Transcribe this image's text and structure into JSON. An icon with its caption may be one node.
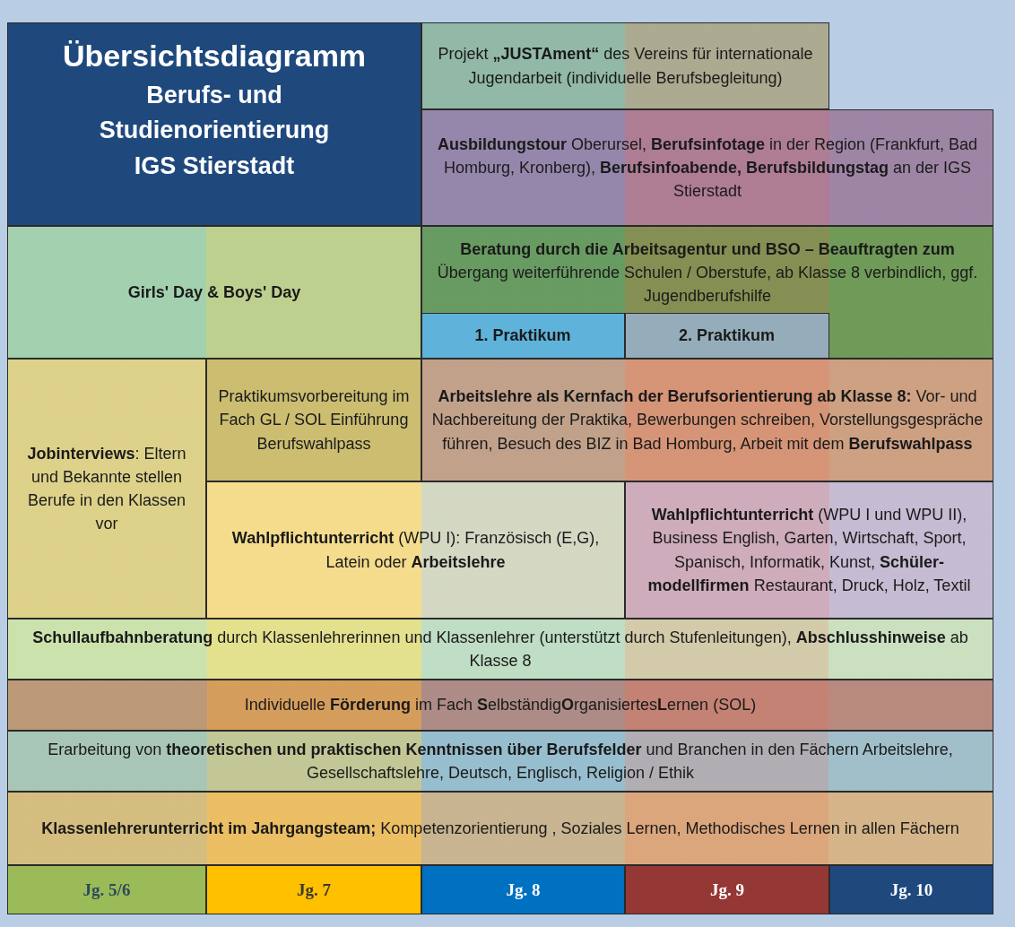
{
  "diagram": {
    "nodes": [
      {
        "text": [
          "Übersichtsdiagramm",
          "Berufs- und Studienorientierung IGS Stierstadt"
        ]
      },
      {
        "text": [
          "Projekt **„JUSTAment“** des Vereins für internationale Jugendarbeit (individuelle Berufsbegleitung)"
        ]
      },
      {
        "text": [
          "**Ausbildungstour** Oberursel, **Berufsinfotage** in der Region (Frankfurt, Bad Homburg, Kronberg), **Berufsinfoabende, Berufsbildungstag** an der IGS Stierstadt"
        ]
      },
      {
        "text": [
          "Girls' Day & Boys' Day"
        ]
      },
      {
        "text": [
          "**Beratung durch die Arbeitsagentur und BSO – Beauftragten zum** Übergang weiterführende Schulen / Oberstufe, ab Klasse 8 verbindlich, ggf. Jugendberufshilfe"
        ]
      },
      {
        "text": [
          "1. Praktikum"
        ],
        "in": 4
      },
      {
        "text": [
          "2. Praktikum"
        ],
        "in": 4
      },
      {
        "text": [
          "**Jobinterviews**: Eltern und Bekannte stellen Berufe in den Klassen vor"
        ]
      },
      {
        "text": [
          "Praktikumsvorbereitung im Fach GL / SOL Einführung Berufswahlpass"
        ]
      },
      {
        "text": [
          "**Arbeitslehre als Kernfach der Berufsorientierung ab Klasse 8:** Vor- und Nachbereitung der Praktika, Bewerbungen schreiben, Vorstellungsgespräche führen, Besuch des BIZ in Bad Homburg, Arbeit mit dem **Berufswahlpass**"
        ]
      },
      {
        "text": [
          "**Wahlpflichtunterricht** (WPU I): Französisch (E,G), Latein oder **Arbeitslehre**"
        ]
      },
      {
        "text": [
          "**Wahlpflichtunterricht** (WPU I und WPU II), Business English, Garten, Wirtschaft, Sport, Spanisch, Informatik, Kunst, **Schüler-modellfirmen** Restaurant, Druck, Holz, Textil"
        ]
      },
      {
        "text": [
          "**Schullaufbahnberatung** durch Klassenlehrerinnen und Klassenlehrer (unterstützt durch Stufenleitungen), **Abschlusshinweise** ab Klasse 8"
        ]
      },
      {
        "text": [
          "Individuelle **Förderung** im Fach **S**elbständig**O**rganisiertes**L**ernen (SOL)"
        ]
      },
      {
        "text": [
          "Erarbeitung von **theoretischen und praktischen Kenntnissen über Berufsfelder** und Branchen in den Fächern Arbeitslehre, Gesellschaftslehre, Deutsch, Englisch, Religion / Ethik"
        ]
      },
      {
        "text": [
          "**Klassenlehrerunterricht im Jahrgangsteam;** Kompetenzorientierung , Soziales Lernen, Methodisches Lernen in allen Fächern"
        ]
      },
      {
        "text": [
          "Jg. 5/6"
        ]
      },
      {
        "text": [
          "Jg. 7"
        ]
      },
      {
        "text": [
          "Jg. 8"
        ]
      },
      {
        "text": [
          "Jg. 9"
        ]
      },
      {
        "text": [
          "Jg. 10"
        ]
      }
    ]
  }
}
